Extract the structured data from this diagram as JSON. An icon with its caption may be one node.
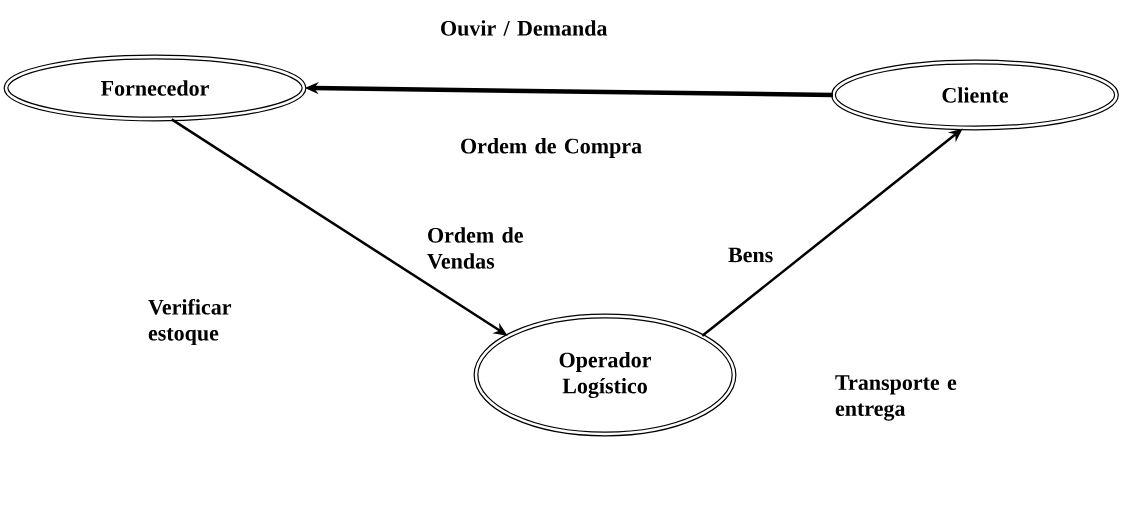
{
  "diagram": {
    "nodes": [
      {
        "text": [
          "Fornecedor"
        ]
      },
      {
        "text": [
          "Cliente"
        ]
      },
      {
        "text": [
          "Operador Logístico"
        ]
      }
    ],
    "edges": [
      {
        "from": 1,
        "to": 0,
        "arrow": "to",
        "style": "thick"
      },
      {
        "from": 0,
        "to": 2,
        "arrow": "to"
      },
      {
        "from": 2,
        "to": 1,
        "arrow": "to"
      }
    ],
    "labels": [
      "Ouvir / Demanda",
      "Ordem de Compra",
      "Ordem de Vendas",
      "Bens",
      "Verificar estoque",
      "Transporte e entrega"
    ]
  }
}
